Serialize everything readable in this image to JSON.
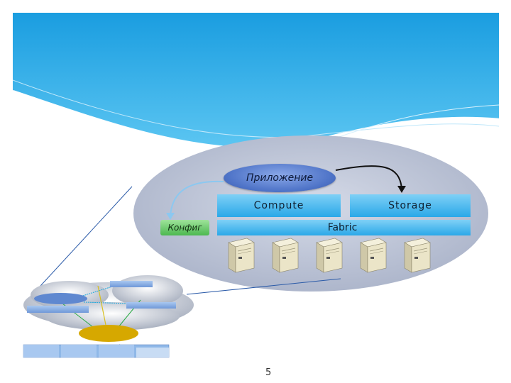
{
  "diagram": {
    "application_label": "Приложение",
    "compute_label": "Compute",
    "storage_label": "Storage",
    "fabric_label": "Fabric",
    "config_label": "Конфиг",
    "server_count": 5
  },
  "page_number": "5",
  "colors": {
    "sky_blue": "#2aa8e8",
    "ellipse_gray": "#bcc3d6",
    "config_green": "#4cb850",
    "app_blue": "#4f74c8"
  }
}
